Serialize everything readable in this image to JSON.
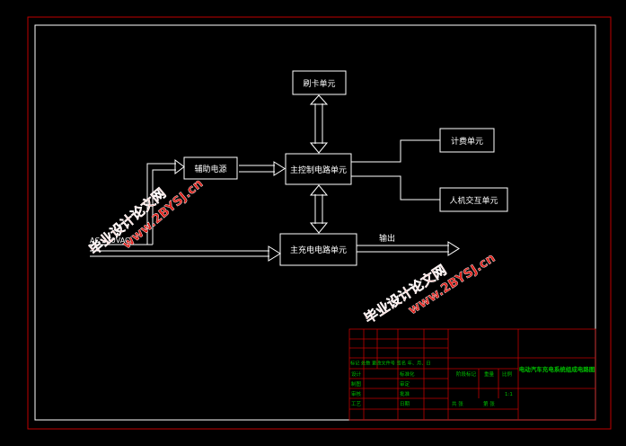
{
  "diagram": {
    "units": {
      "card": "刷卡单元",
      "power": "辅助电源",
      "main_control": "主控制电路单元",
      "billing": "计费单元",
      "hmi": "人机交互单元",
      "main_charge": "主充电电路单元"
    },
    "input_label": "AC 220VAC",
    "output_label": "输出"
  },
  "title_block": {
    "drawing_title": "电动汽车充电系统组成电路图",
    "row_header": "标记 处数 更改文件号 签名 年、月、日",
    "roles": [
      "设计",
      "制图",
      "审核",
      "工艺"
    ],
    "roles_right": [
      "标准化",
      "审定",
      "批准",
      "日期"
    ],
    "stage_label": "阶段标记",
    "weight_label": "重量",
    "scale_label": "比例",
    "scale_value": "1:1",
    "sheet_total": "共 张",
    "sheet_no": "第 张"
  },
  "watermarks": [
    {
      "line1": "毕业设计论文网",
      "line2": "www.2BYSJ.cn"
    },
    {
      "line1": "毕业设计论文网",
      "line2": "www.2BYSJ.cn"
    }
  ],
  "colors": {
    "background": "#000000",
    "outer_border": "#c00000",
    "frame": "#ffffff",
    "title_block_lines": "#c00000",
    "title_block_text": "#00c000",
    "watermark": "#e0201a"
  }
}
